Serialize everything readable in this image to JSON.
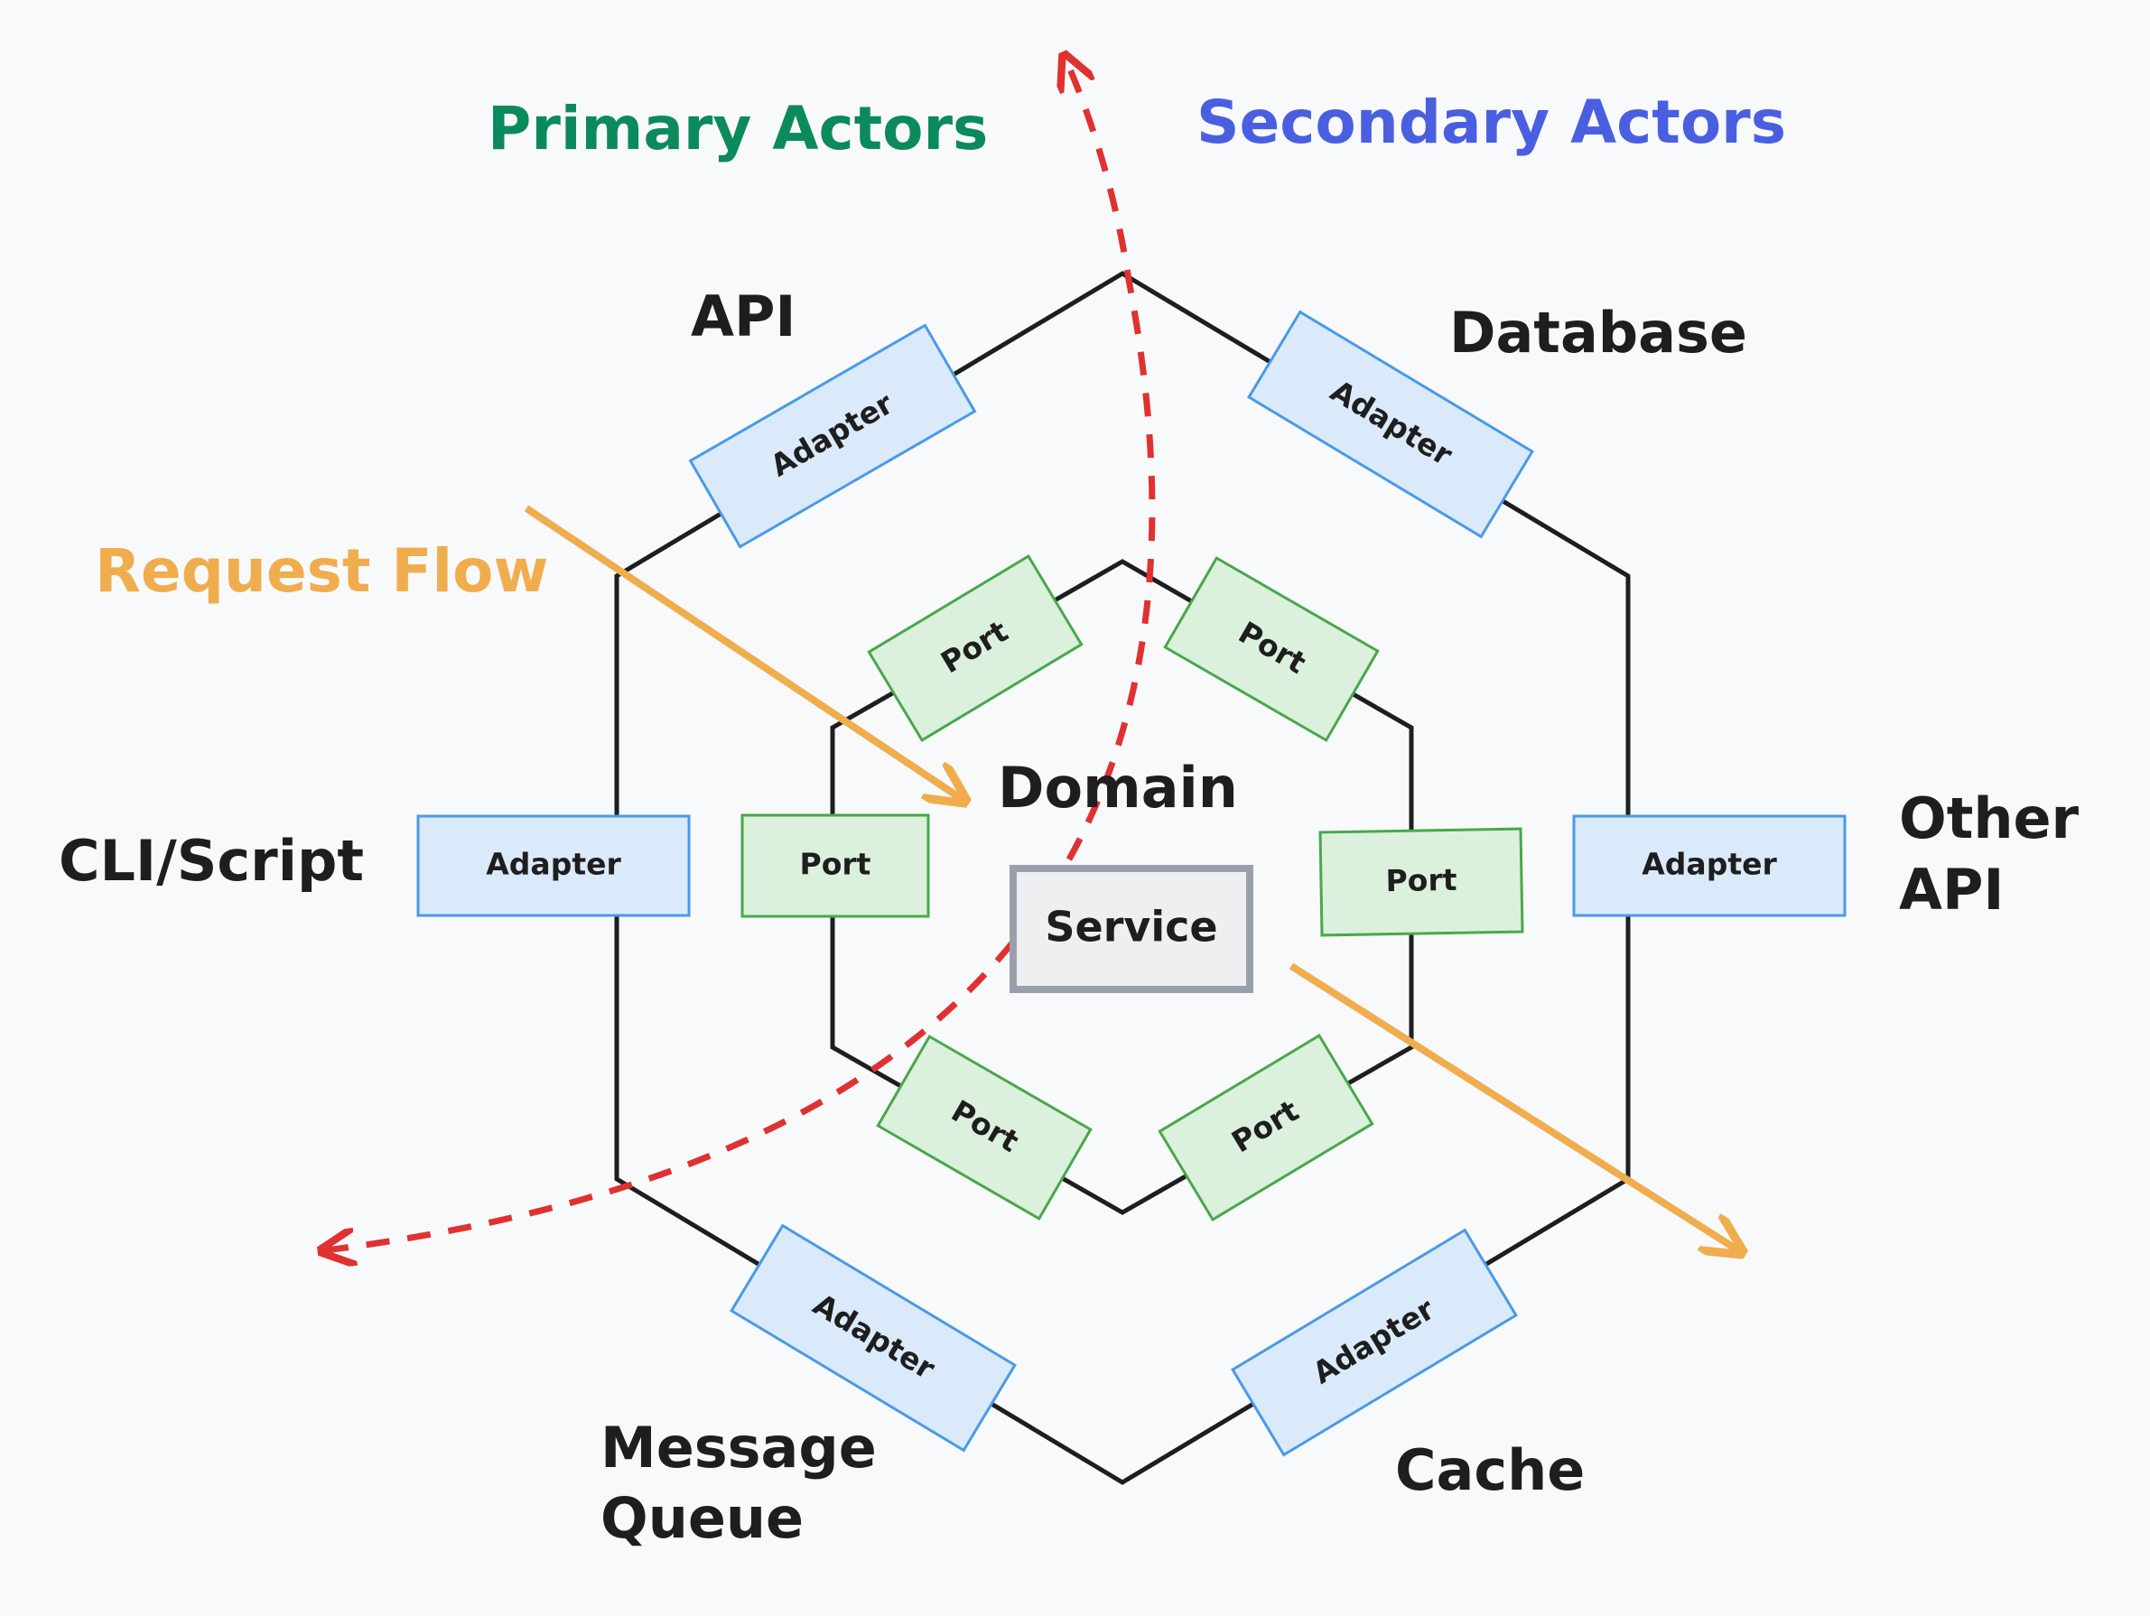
{
  "headings": {
    "primary": "Primary Actors",
    "secondary": "Secondary Actors",
    "request_flow": "Request Flow"
  },
  "actors": {
    "api": "API",
    "database": "Database",
    "cli": "CLI/Script",
    "other_api_line1": "Other",
    "other_api_line2": "API",
    "message_queue_line1": "Message",
    "message_queue_line2": "Queue",
    "cache": "Cache"
  },
  "domain": {
    "title": "Domain",
    "service": "Service"
  },
  "labels": {
    "adapter": "Adapter",
    "port": "Port"
  },
  "colors": {
    "primary": "#0b8a5c",
    "secondary": "#4a5fe0",
    "request_flow": "#f0ad4e",
    "dependency_arrow": "#e03131",
    "adapter_fill": "#dbeafa",
    "adapter_stroke": "#4a9ae8",
    "port_fill": "#dcf0de",
    "port_stroke": "#48a84a",
    "service_fill": "#eeeff1",
    "service_stroke": "#9aa0ab",
    "hexagon_stroke": "#1e1e1e"
  }
}
